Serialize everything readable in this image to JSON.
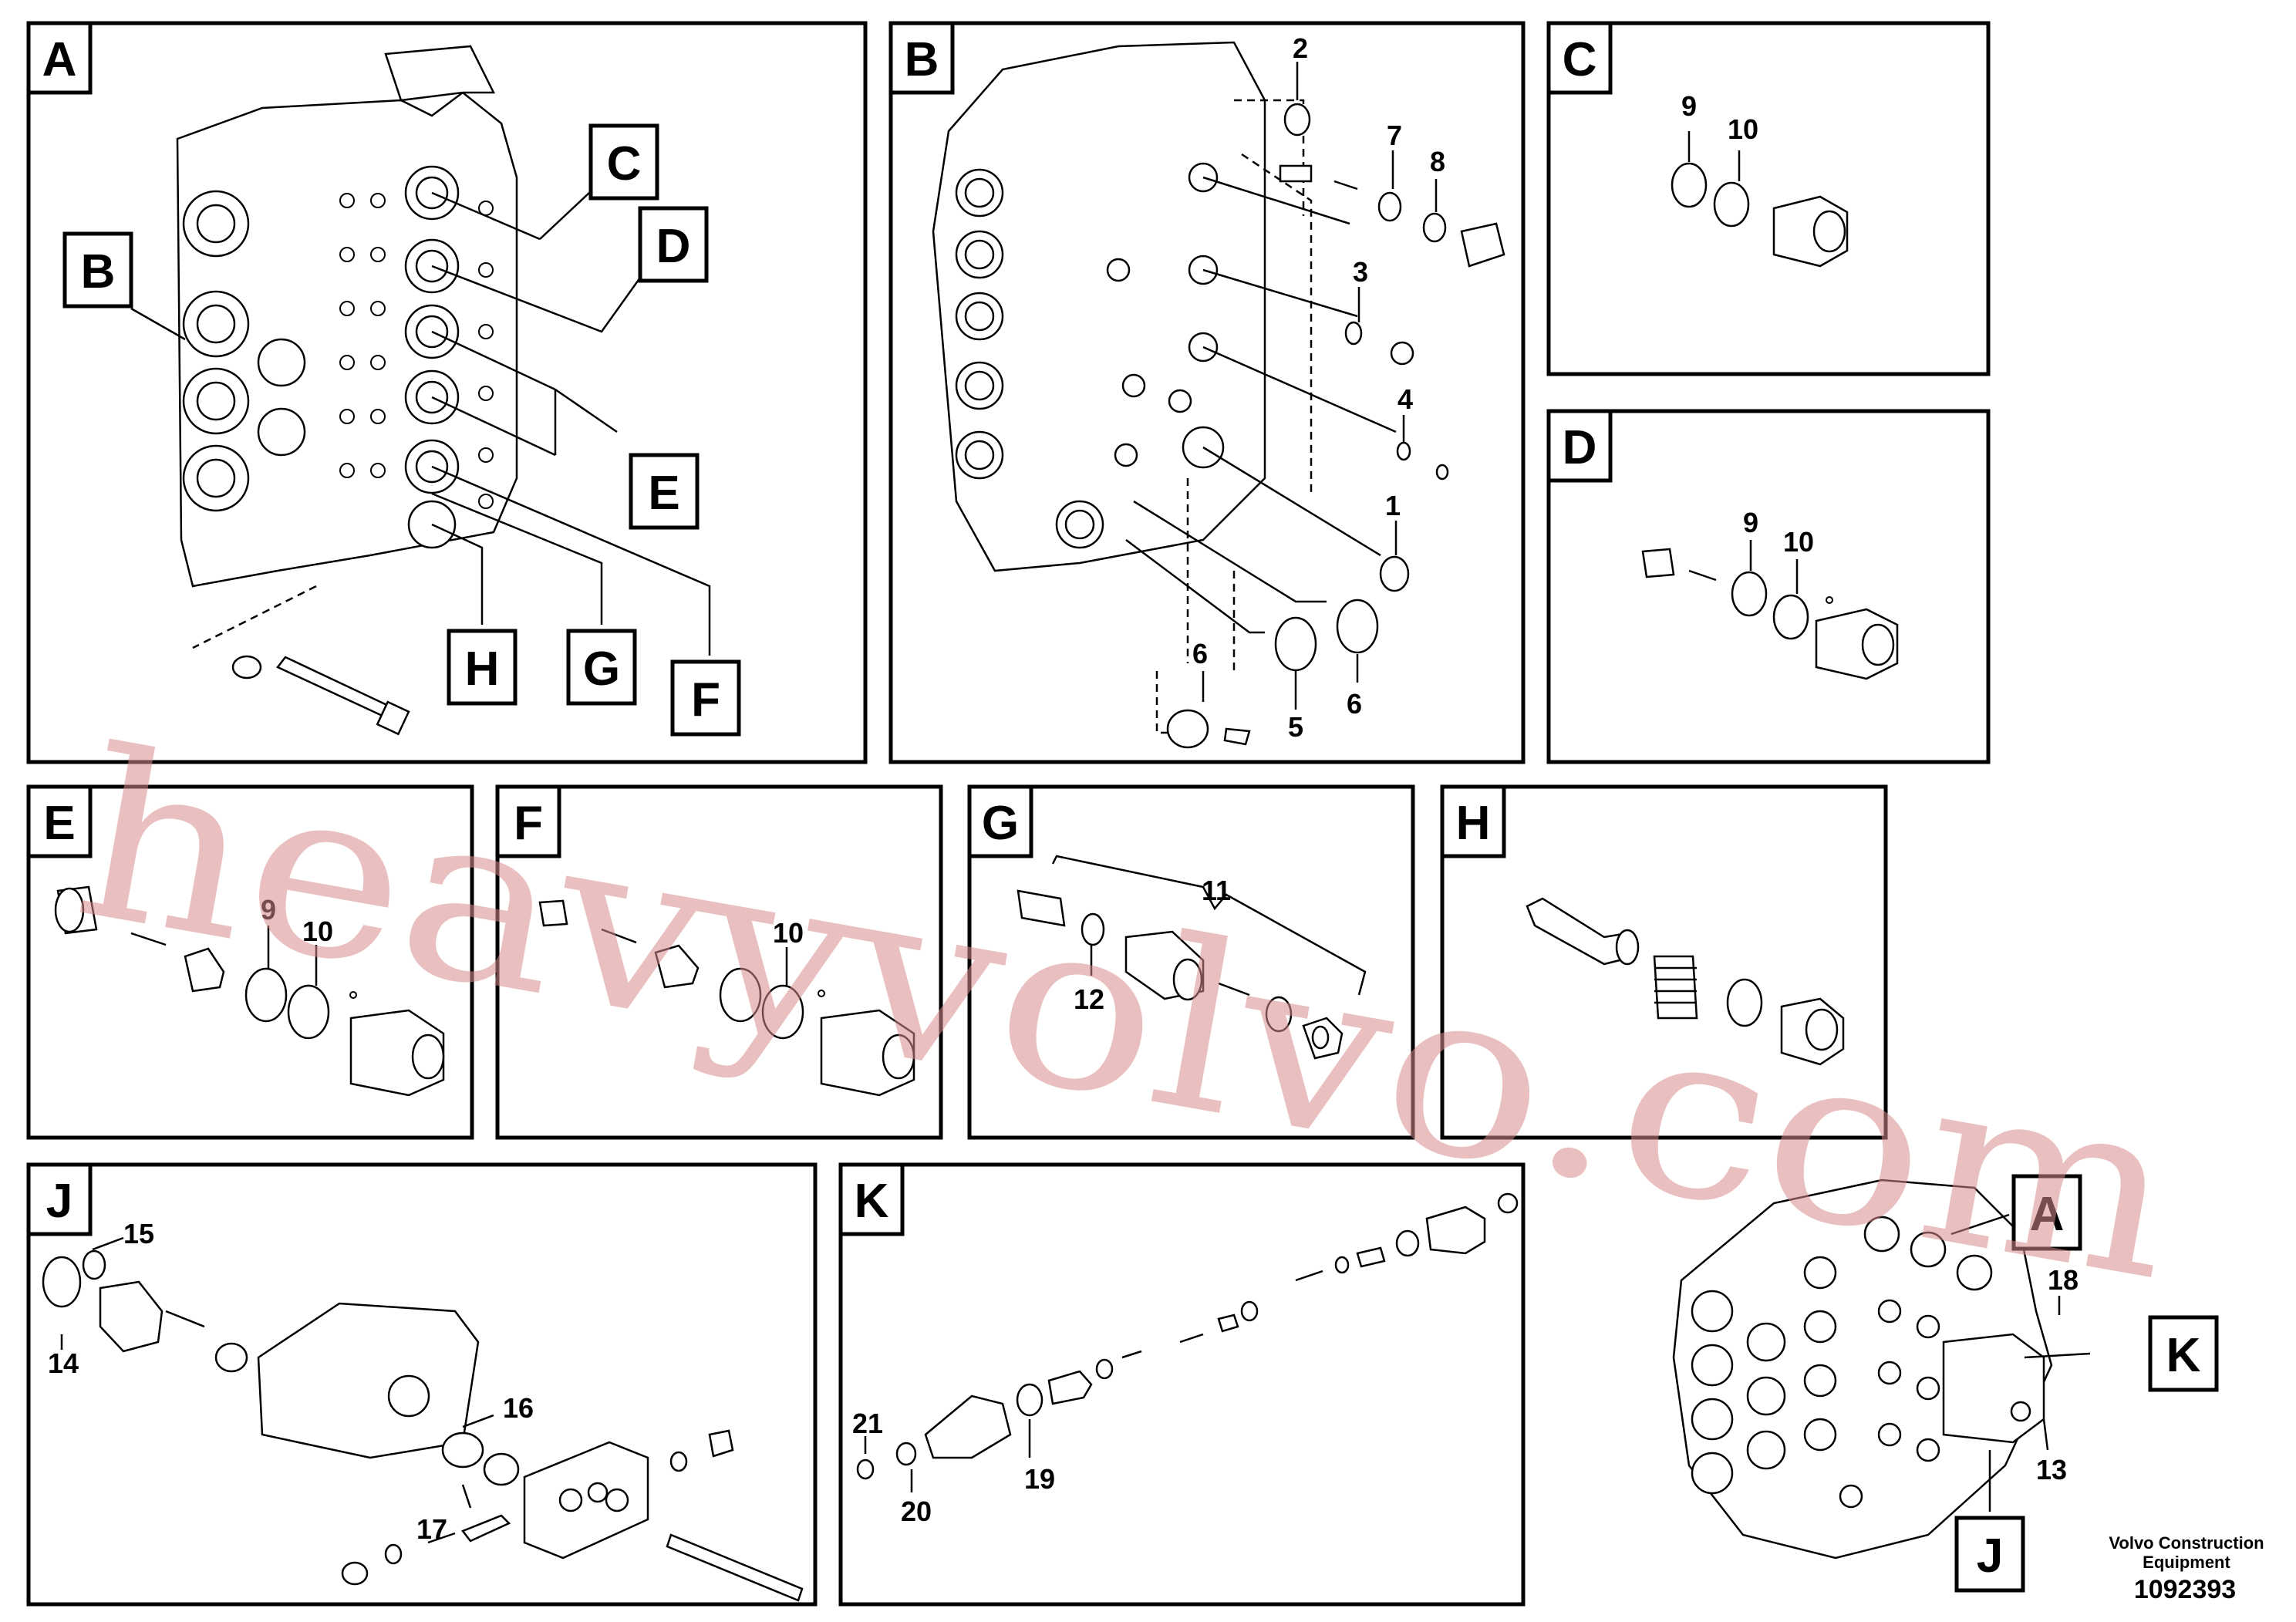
{
  "panels": [
    {
      "id": "A",
      "label": "A",
      "callouts": [
        "B",
        "C",
        "D",
        "E",
        "F",
        "G",
        "H"
      ]
    },
    {
      "id": "B",
      "label": "B",
      "parts": [
        "2",
        "7",
        "8",
        "3",
        "4",
        "1",
        "6",
        "5",
        "6"
      ]
    },
    {
      "id": "C",
      "label": "C",
      "parts": [
        "9",
        "10"
      ]
    },
    {
      "id": "D",
      "label": "D",
      "parts": [
        "9",
        "10"
      ]
    },
    {
      "id": "E",
      "label": "E",
      "parts": [
        "9",
        "10"
      ]
    },
    {
      "id": "F",
      "label": "F",
      "parts": [
        "10"
      ]
    },
    {
      "id": "G",
      "label": "G",
      "parts": [
        "11",
        "12"
      ]
    },
    {
      "id": "H",
      "label": "H",
      "parts": []
    },
    {
      "id": "J",
      "label": "J",
      "parts": [
        "15",
        "14",
        "16",
        "17"
      ]
    },
    {
      "id": "K",
      "label": "K",
      "parts": [
        "21",
        "19",
        "20"
      ]
    }
  ],
  "overview": {
    "callouts": [
      "A",
      "K",
      "J"
    ],
    "parts": [
      "18",
      "13"
    ]
  },
  "footer": {
    "company_line1": "Volvo Construction",
    "company_line2": "Equipment",
    "doc_number": "1092393"
  },
  "watermark": "heavyvolvo.com",
  "colors": {
    "ink": "#000000",
    "watermark": "#d98a8a"
  }
}
